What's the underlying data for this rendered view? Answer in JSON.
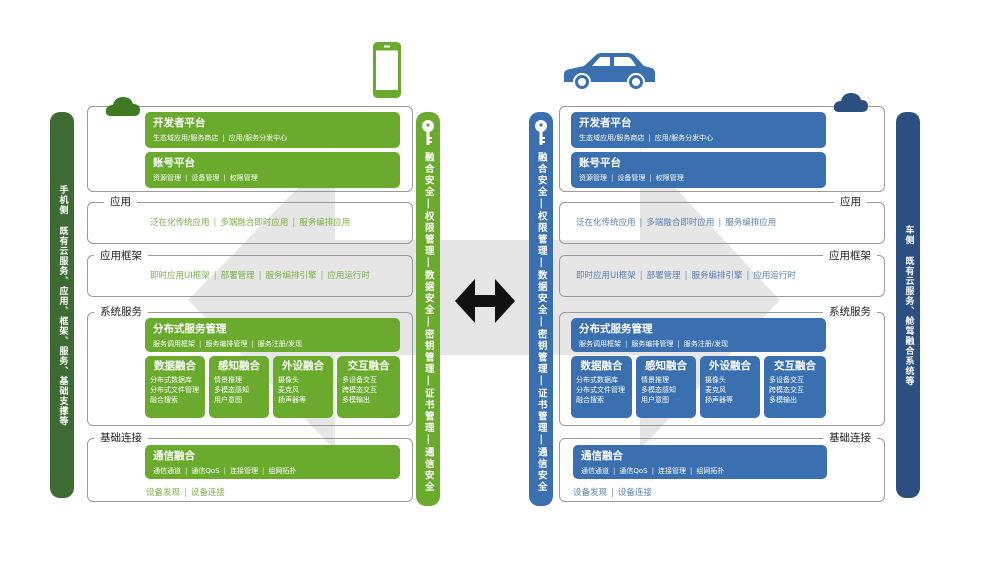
{
  "colors": {
    "phone_primary": "#6aab2e",
    "phone_dark": "#3e6b34",
    "car_primary": "#3a6fb0",
    "car_dark": "#2c4f82",
    "bg_arrow": "#e6e6e6",
    "phone_text": "#7bb04a",
    "car_text": "#5b7fb4"
  },
  "icons": {
    "phone": "smartphone-icon",
    "car": "car-icon",
    "cloud": "cloud-icon",
    "key": "key-icon",
    "exchange": "double-arrow-icon"
  },
  "left": {
    "side_label": "手机侧 既有云服务、应用、框架、服务、基础支撑等",
    "security_label": "融合安全|权限管理|数据安全|密钥管理|证书管理|通信安全",
    "platform": {
      "dev": {
        "title": "开发者平台",
        "items": [
          "生态域应用/服务商店",
          "应用/服务分发中心"
        ]
      },
      "account": {
        "title": "账号平台",
        "items": [
          "资源管理",
          "设备管理",
          "权限管理"
        ]
      }
    },
    "app": {
      "title": "应用",
      "items": [
        "泛在化传统应用",
        "多端融合即时应用",
        "服务编排应用"
      ]
    },
    "framework": {
      "title": "应用框架",
      "items": [
        "即时应用UI框架",
        "部署管理",
        "服务编排引擎",
        "应用运行时"
      ]
    },
    "system": {
      "title": "系统服务",
      "dsm": {
        "title": "分布式服务管理",
        "items": [
          "服务调用框架",
          "服务编排管理",
          "服务注册/发现"
        ]
      },
      "fusions": [
        {
          "title": "数据融合",
          "lines": [
            "分布式数据库",
            "分布式文件管理",
            "融合搜索"
          ]
        },
        {
          "title": "感知融合",
          "lines": [
            "情景推理",
            "多模态感知",
            "用户意图"
          ]
        },
        {
          "title": "外设融合",
          "lines": [
            "摄像头",
            "麦克风",
            "扬声器等"
          ]
        },
        {
          "title": "交互融合",
          "lines": [
            "多设备交互",
            "跨模态交互",
            "多模输出"
          ]
        }
      ]
    },
    "base": {
      "title": "基础连接",
      "comm": {
        "title": "通信融合",
        "items": [
          "通信通道",
          "通信QoS",
          "连接管理",
          "组网拓扑"
        ]
      },
      "extra": [
        "设备发现",
        "设备连接"
      ]
    }
  },
  "right": {
    "side_label": "车侧 既有云服务、舱驾融合系统等",
    "security_label": "融合安全|权限管理|数据安全|密钥管理|证书管理|通信安全",
    "platform": {
      "dev": {
        "title": "开发者平台",
        "items": [
          "生态域应用/服务商店",
          "应用/服务分发中心"
        ]
      },
      "account": {
        "title": "账号平台",
        "items": [
          "资源管理",
          "设备管理",
          "权限管理"
        ]
      }
    },
    "app": {
      "title": "应用",
      "items": [
        "泛在化传统应用",
        "多端融合即时应用",
        "服务编排应用"
      ]
    },
    "framework": {
      "title": "应用框架",
      "items": [
        "即时应用UI框架",
        "部署管理",
        "服务编排引擎",
        "应用运行时"
      ]
    },
    "system": {
      "title": "系统服务",
      "dsm": {
        "title": "分布式服务管理",
        "items": [
          "服务调用框架",
          "服务编排管理",
          "服务注册/发现"
        ]
      },
      "fusions": [
        {
          "title": "数据融合",
          "lines": [
            "分布式数据库",
            "分布式文件管理",
            "融合搜索"
          ]
        },
        {
          "title": "感知融合",
          "lines": [
            "情景推理",
            "多模态感知",
            "用户意图"
          ]
        },
        {
          "title": "外设融合",
          "lines": [
            "摄像头",
            "麦克风",
            "扬声器等"
          ]
        },
        {
          "title": "交互融合",
          "lines": [
            "多设备交互",
            "跨模态交互",
            "多模输出"
          ]
        }
      ]
    },
    "base": {
      "title": "基础连接",
      "comm": {
        "title": "通信融合",
        "items": [
          "通信通道",
          "通信QoS",
          "连接管理",
          "组网拓扑"
        ]
      },
      "extra": [
        "设备发现",
        "设备连接"
      ]
    }
  }
}
